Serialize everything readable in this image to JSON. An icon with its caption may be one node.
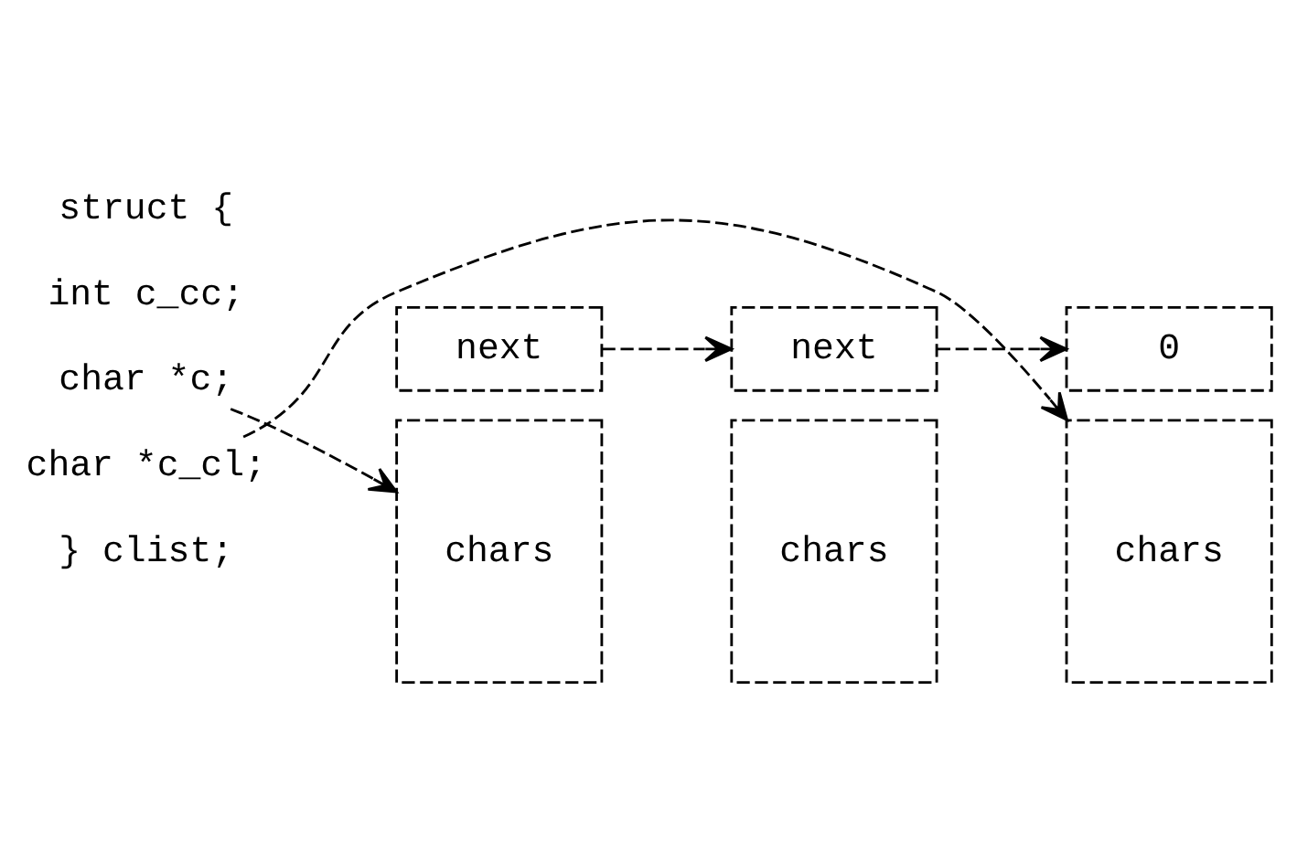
{
  "diagram": {
    "nodes": [
      {
        "text": [
          "struct {"
        ]
      },
      {
        "text": [
          "int c_cc;"
        ]
      },
      {
        "text": [
          "char *c;"
        ]
      },
      {
        "text": [
          "char *c_cl;"
        ]
      },
      {
        "text": [
          "} clist;"
        ]
      },
      {
        "text": [
          "next"
        ]
      },
      {
        "text": [
          "chars"
        ]
      },
      {
        "text": [
          "next"
        ]
      },
      {
        "text": [
          "chars"
        ]
      },
      {
        "text": [
          "0"
        ]
      },
      {
        "text": [
          "chars"
        ]
      }
    ],
    "edges": [
      {
        "from": 2,
        "to": 6,
        "arrow": "to"
      },
      {
        "from": 3,
        "to": 10,
        "arrow": "to"
      },
      {
        "from": 5,
        "to": 7,
        "arrow": "to"
      },
      {
        "from": 7,
        "to": 9,
        "arrow": "to"
      }
    ]
  }
}
